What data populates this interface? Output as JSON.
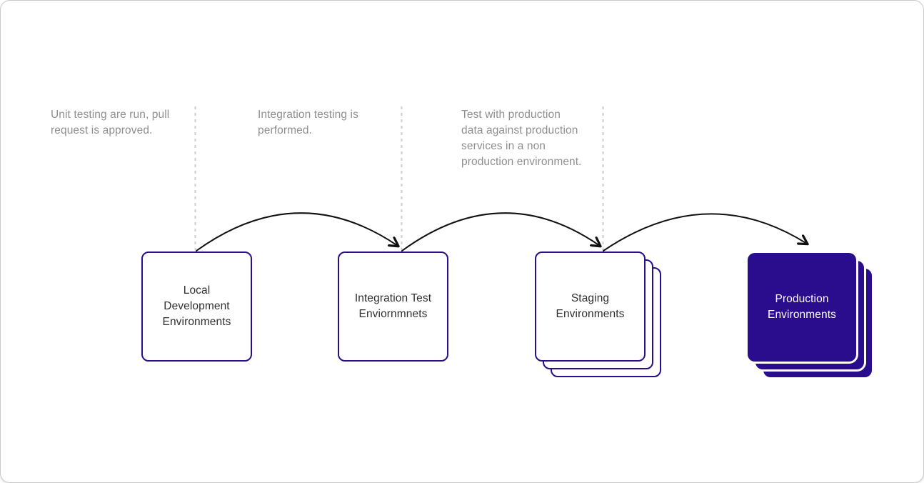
{
  "diagram": {
    "annotations": [
      {
        "text": "Unit testing are run, pull\nrequest is approved."
      },
      {
        "text": "Integration testing is\nperformed."
      },
      {
        "text": "Test with production\ndata against production\nservices in a non\nproduction environment."
      }
    ],
    "stages": [
      {
        "label": "Local\nDevelopment\nEnvironments",
        "style": "single-outlined"
      },
      {
        "label": "Integration Test\nEnviornmnets",
        "style": "single-outlined"
      },
      {
        "label": "Staging\nEnvironments",
        "style": "stacked-outlined"
      },
      {
        "label": "Production\nEnvironments",
        "style": "stacked-filled"
      }
    ],
    "colors": {
      "indigo": "#2a0d8c",
      "arrow": "#111111",
      "annotation_text": "#8f8f8f",
      "dashed_line": "#cccccc",
      "stage_text": "#2f2f2f",
      "card_background": "#ffffff",
      "filled_stage_text": "#ffffff"
    }
  }
}
